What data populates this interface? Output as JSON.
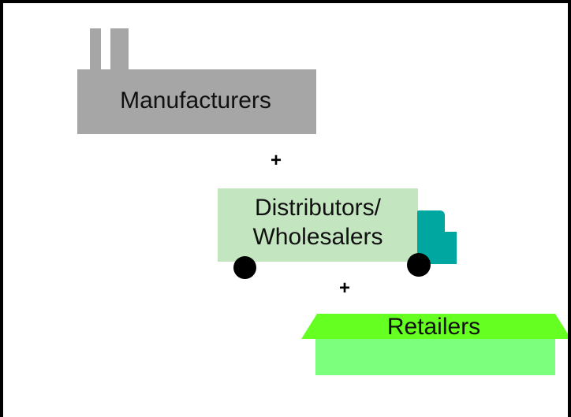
{
  "diagram": {
    "manufacturers": {
      "label": "Manufacturers",
      "color": "#a6a6a6"
    },
    "plus_1": "+",
    "distributors": {
      "label_line1": "Distributors/",
      "label_line2": "Wholesalers",
      "color": "#c3e6c0",
      "cab_color": "#00a6a0",
      "wheel_color": "#000000"
    },
    "plus_2": "+",
    "retailers": {
      "label": "Retailers",
      "roof_color": "#66ff22",
      "box_color": "#7cff7c"
    },
    "frame_color": "#000000"
  }
}
